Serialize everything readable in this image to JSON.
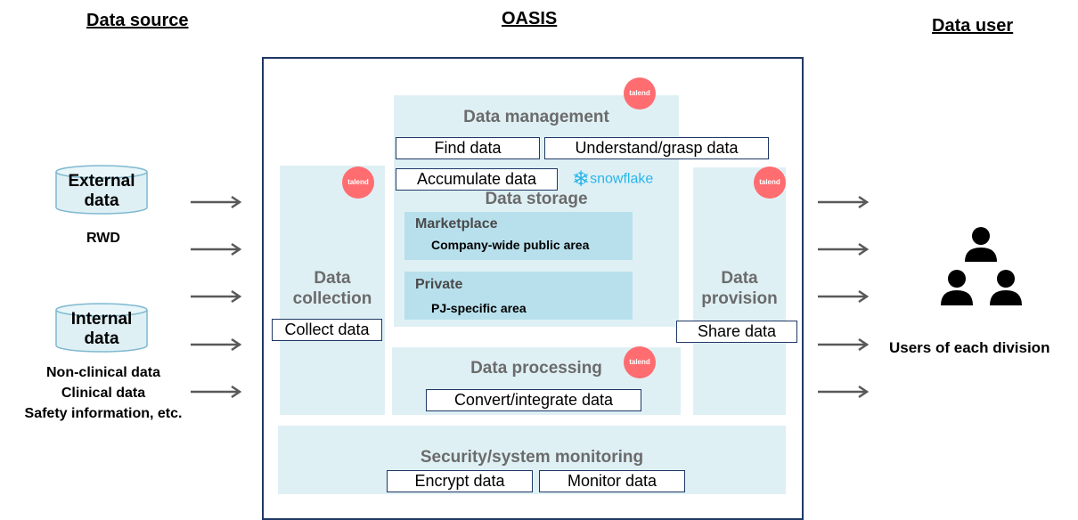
{
  "headers": {
    "source": "Data source",
    "center": "OASIS",
    "user": "Data user"
  },
  "sources": {
    "external_label": "External data",
    "external_line1": "External",
    "external_line2": "data",
    "rwd": "RWD",
    "internal_line1": "Internal",
    "internal_line2": "data",
    "internal_items": [
      "Non-clinical data",
      "Clinical data",
      "Safety information, etc."
    ]
  },
  "oasis": {
    "management": {
      "title": "Data management",
      "actions": [
        "Find data",
        "Understand/grasp data"
      ],
      "logo": "talend"
    },
    "collection": {
      "title_line1": "Data",
      "title_line2": "collection",
      "action": "Collect data",
      "logo": "talend"
    },
    "storage": {
      "title": "Data storage",
      "action": "Accumulate data",
      "logo": "snowflake",
      "marketplace_title": "Marketplace",
      "marketplace_sub": "Company-wide public area",
      "private_title": "Private",
      "private_sub": "PJ-specific area"
    },
    "provision": {
      "title_line1": "Data",
      "title_line2": "provision",
      "action": "Share data",
      "logo": "talend"
    },
    "processing": {
      "title": "Data processing",
      "action": "Convert/integrate data",
      "logo": "talend"
    },
    "security": {
      "title": "Security/system monitoring",
      "actions": [
        "Encrypt data",
        "Monitor data"
      ]
    }
  },
  "users": {
    "label": "Users of each division",
    "icon": "users-group-icon"
  },
  "colors": {
    "frame": "#1f3864",
    "panel": "#dff0f5",
    "inner": "#b8e0ec",
    "talend": "#ff6d70",
    "snowflake": "#29b5e8",
    "arrow": "#595959"
  }
}
